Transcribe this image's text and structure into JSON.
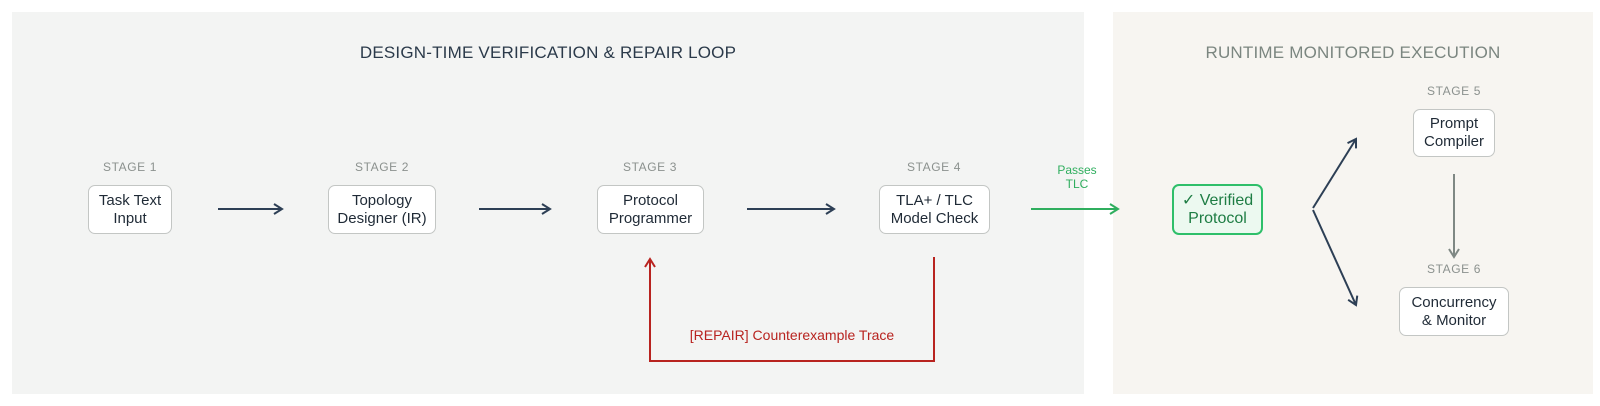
{
  "panels": {
    "design": {
      "title": "DESIGN-TIME VERIFICATION & REPAIR LOOP"
    },
    "runtime": {
      "title": "RUNTIME MONITORED EXECUTION"
    }
  },
  "stages": [
    {
      "label": "STAGE 1",
      "name": "Task Text\nInput"
    },
    {
      "label": "STAGE 2",
      "name": "Topology\nDesigner (IR)"
    },
    {
      "label": "STAGE 3",
      "name": "Protocol\nProgrammer"
    },
    {
      "label": "STAGE 4",
      "name": "TLA+ / TLC\nModel Check"
    },
    {
      "label": "STAGE 5",
      "name": "Prompt\nCompiler"
    },
    {
      "label": "STAGE 6",
      "name": "Concurrency\n& Monitor"
    }
  ],
  "verified": {
    "icon": "check-icon",
    "name": "✓ Verified\nProtocol"
  },
  "edges": {
    "pass": {
      "line1": "Passes",
      "line2": "TLC"
    },
    "repair": {
      "label": "[REPAIR] Counterexample Trace"
    }
  },
  "colors": {
    "arrow": "#2d3f55",
    "pass": "#2fae5e",
    "repair": "#b8231f",
    "runtime_arrow": "#7f8884"
  }
}
